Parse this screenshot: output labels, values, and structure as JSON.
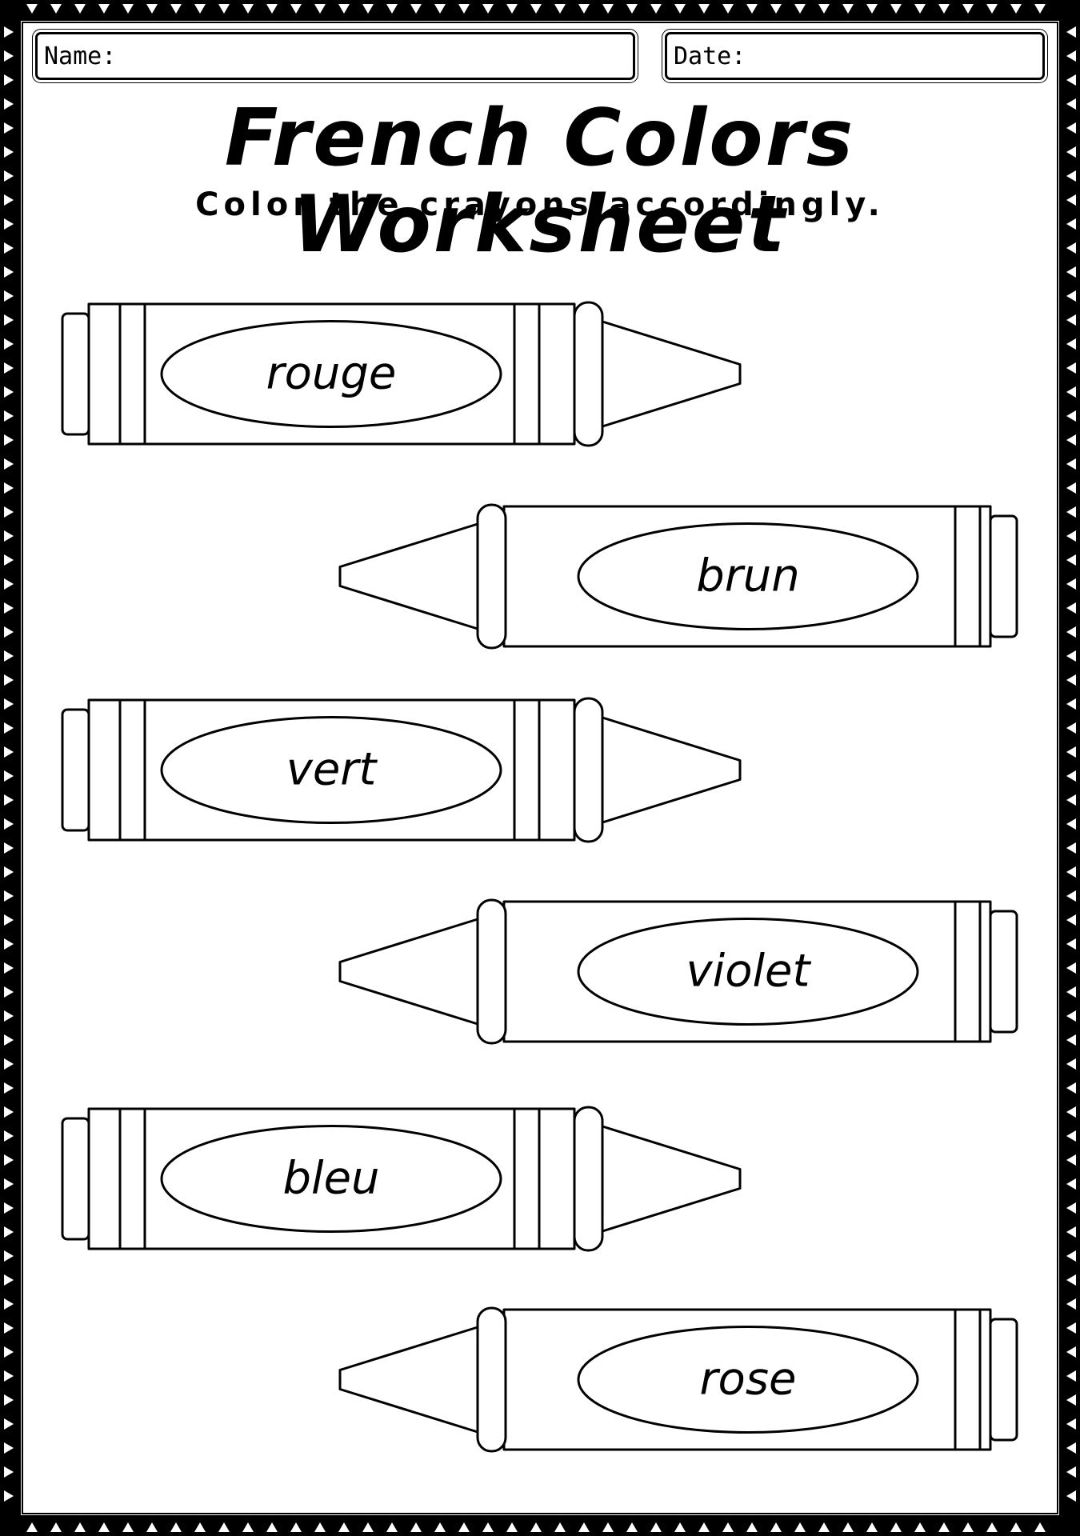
{
  "header": {
    "name_label": "Name:",
    "date_label": "Date:"
  },
  "title": "French Colors Worksheet",
  "instructions": "Color the crayons accordingly.",
  "crayons": [
    {
      "label": "rouge",
      "tip_direction": "right"
    },
    {
      "label": "brun",
      "tip_direction": "left"
    },
    {
      "label": "vert",
      "tip_direction": "right"
    },
    {
      "label": "violet",
      "tip_direction": "left"
    },
    {
      "label": "bleu",
      "tip_direction": "right"
    },
    {
      "label": "rose",
      "tip_direction": "left"
    }
  ],
  "colors": {
    "ink": "#000000",
    "paper": "#ffffff"
  }
}
